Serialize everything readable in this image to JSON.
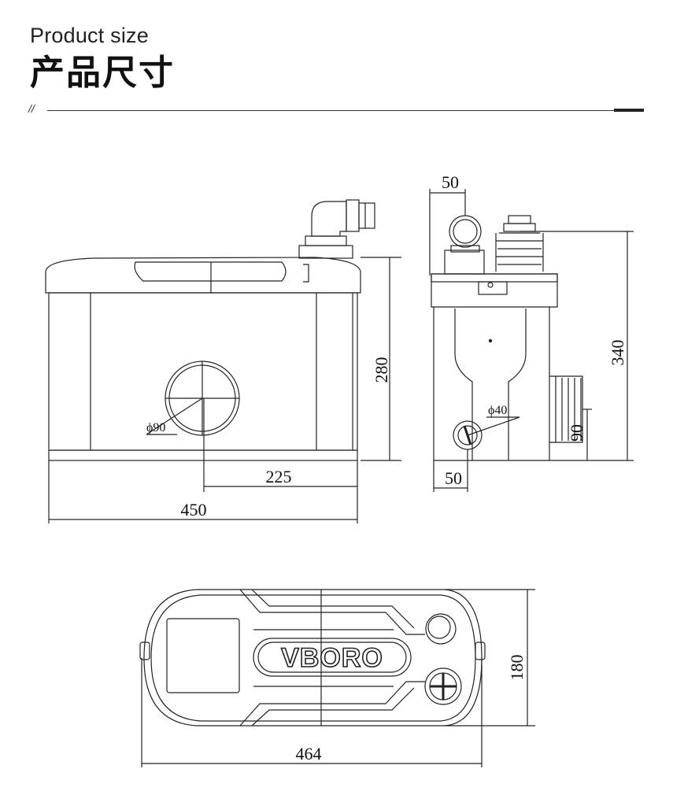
{
  "header": {
    "title_en": "Product size",
    "title_zh": "产品尺寸",
    "divider_mark": "//"
  },
  "front_view": {
    "dim_height": "280",
    "dim_half_width": "225",
    "dim_width": "450",
    "dim_inlet_diameter": "ϕ90"
  },
  "side_view": {
    "dim_top_offset": "50",
    "dim_total_height": "340",
    "dim_outlet_diameter": "ϕ40",
    "dim_bottom_offset": "50",
    "dim_inlet_height": "90"
  },
  "top_view": {
    "dim_depth": "180",
    "dim_length": "464",
    "brand_logo": "VBORO"
  },
  "colors": {
    "line": "#222222",
    "background": "#ffffff"
  }
}
